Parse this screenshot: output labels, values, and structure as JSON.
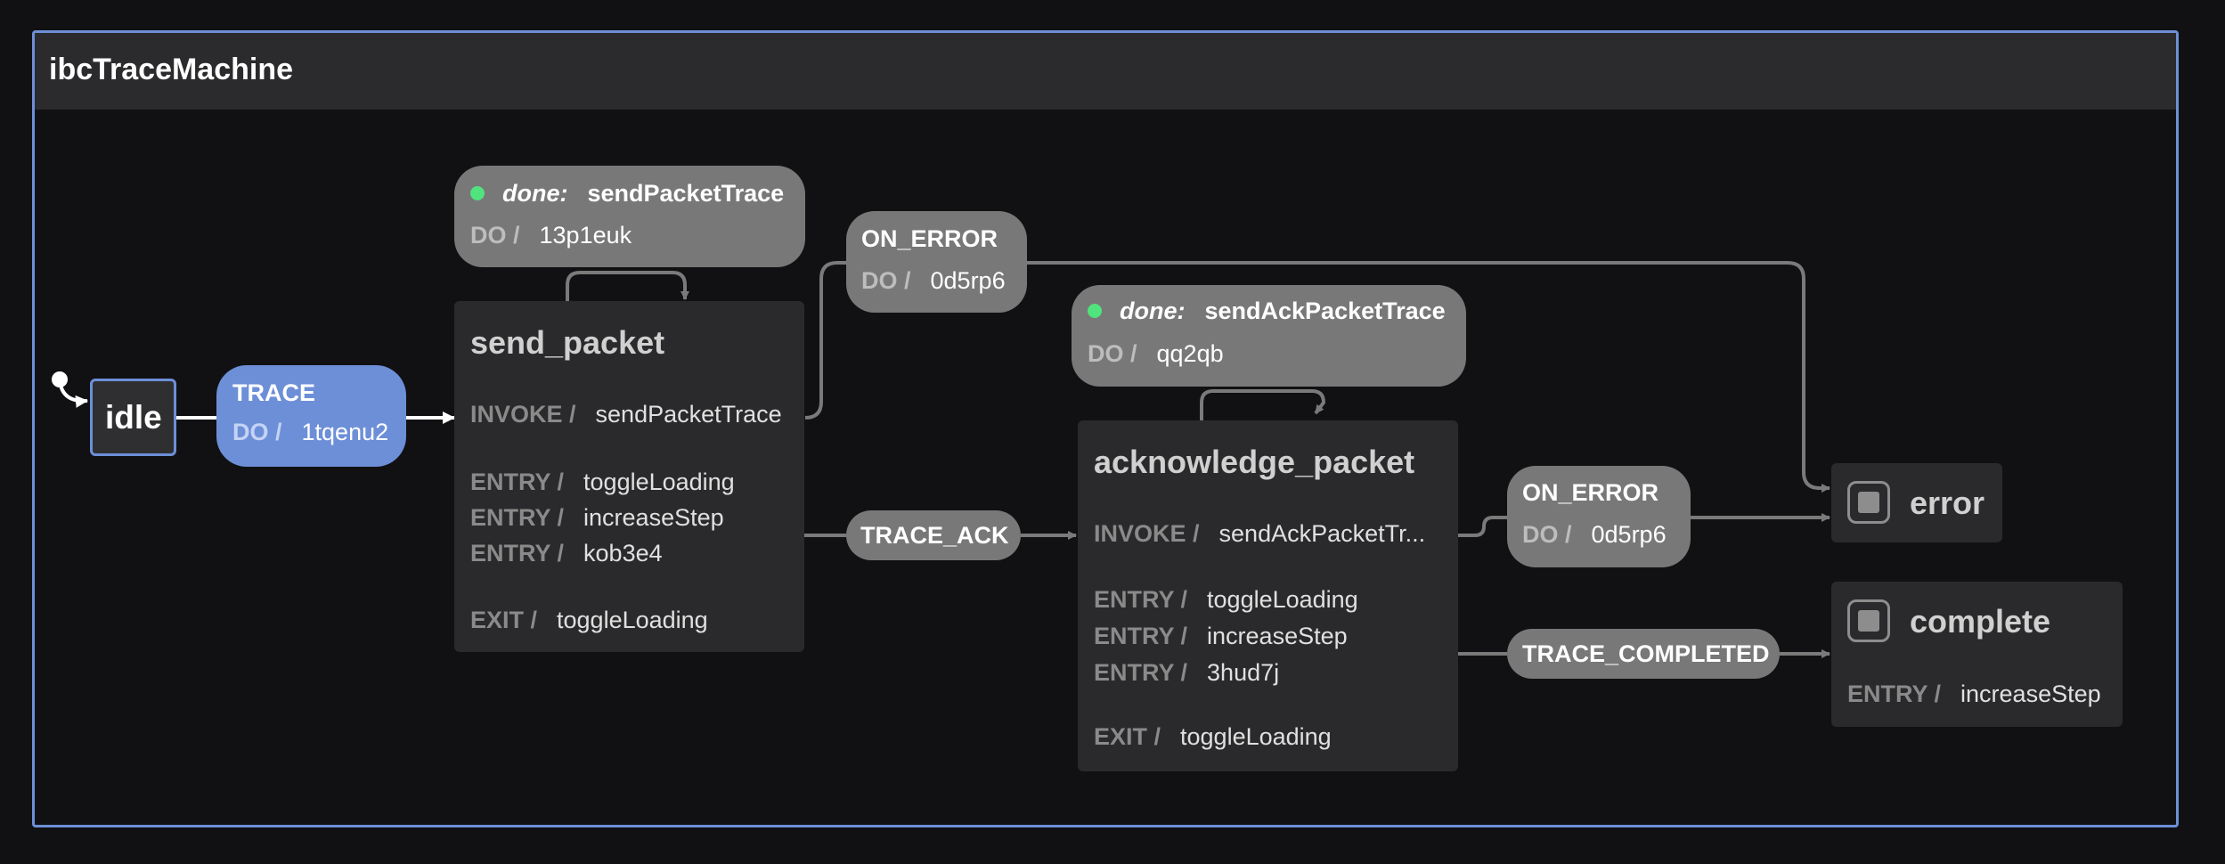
{
  "colors": {
    "frame": "#6d8fd8",
    "active_event": "#6d8fd8",
    "event": "#787878",
    "state": "#2a2a2c",
    "done_dot": "#50e37e"
  },
  "machine": {
    "title": "ibcTraceMachine"
  },
  "keywords": {
    "do": "DO /",
    "invoke": "INVOKE /",
    "entry": "ENTRY /",
    "exit": "EXIT /",
    "done": "done:"
  },
  "states": {
    "idle": {
      "label": "idle"
    },
    "send_packet": {
      "label": "send_packet",
      "invoke": "sendPacketTrace",
      "entry": [
        "toggleLoading",
        "increaseStep",
        "kob3e4"
      ],
      "exit": "toggleLoading"
    },
    "acknowledge_packet": {
      "label": "acknowledge_packet",
      "invoke": "sendAckPacketTr...",
      "entry": [
        "toggleLoading",
        "increaseStep",
        "3hud7j"
      ],
      "exit": "toggleLoading"
    },
    "error": {
      "label": "error"
    },
    "complete": {
      "label": "complete",
      "entry": [
        "increaseStep"
      ]
    }
  },
  "events": {
    "trace": {
      "label": "TRACE",
      "do": "1tqenu2"
    },
    "done_send": {
      "label": "sendPacketTrace",
      "do": "13p1euk"
    },
    "on_error_1": {
      "label": "ON_ERROR",
      "do": "0d5rp6"
    },
    "trace_ack": {
      "label": "TRACE_ACK"
    },
    "done_ack": {
      "label": "sendAckPacketTrace",
      "do": "qq2qb"
    },
    "on_error_2": {
      "label": "ON_ERROR",
      "do": "0d5rp6"
    },
    "trace_completed": {
      "label": "TRACE_COMPLETED"
    }
  }
}
